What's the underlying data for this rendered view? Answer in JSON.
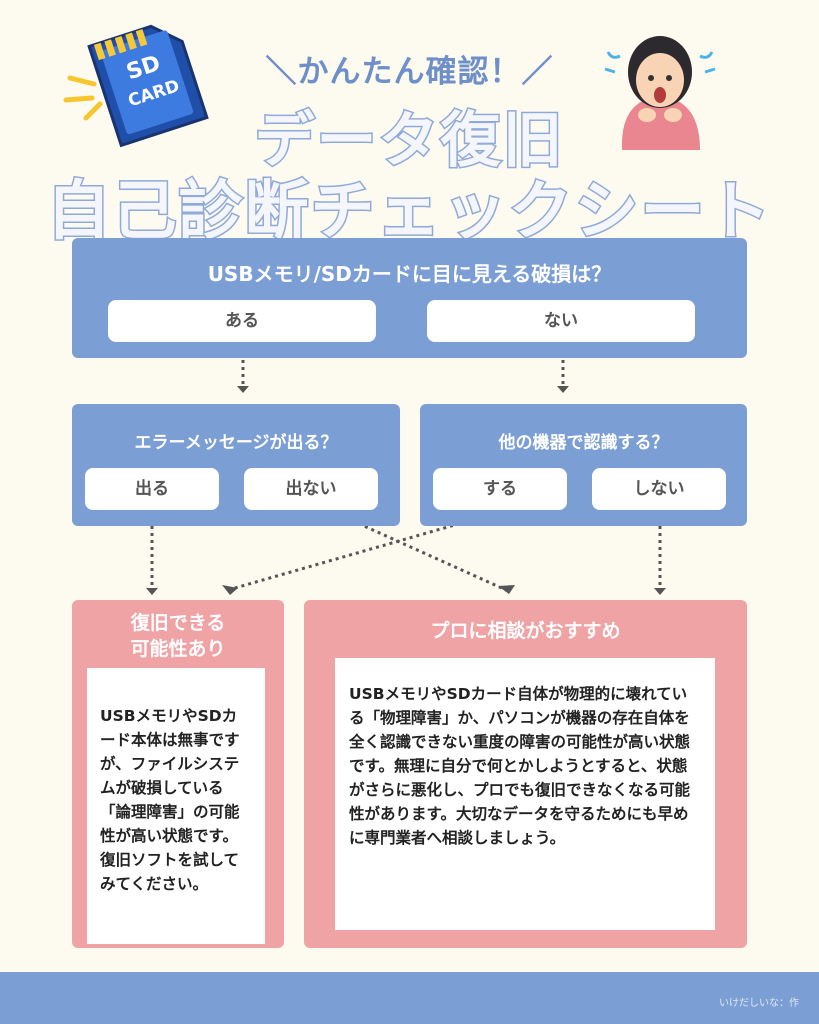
{
  "header": {
    "subtitle": "＼かんたん確認！／",
    "title_line1": "データ復旧",
    "title_line2": "自己診断チェックシート",
    "sd_card_text_1": "SD",
    "sd_card_text_2": "CARD"
  },
  "q1": {
    "question": "USBメモリ/SDカードに目に見える破損は？",
    "answer_yes": "ある",
    "answer_no": "ない"
  },
  "q2_left": {
    "question": "エラーメッセージが出る？",
    "answer_yes": "出る",
    "answer_no": "出ない"
  },
  "q2_right": {
    "question": "他の機器で認識する？",
    "answer_yes": "する",
    "answer_no": "しない"
  },
  "result_left": {
    "title_line1": "復旧できる",
    "title_line2": "可能性あり",
    "body": "USBメモリやSDカード本体は無事ですが、ファイルシステムが破損している「論理障害」の可能性が高い状態です。復旧ソフトを試してみてください。"
  },
  "result_right": {
    "title": "プロに相談がおすすめ",
    "body": "USBメモリやSDカード自体が物理的に壊れている「物理障害」か、パソコンが機器の存在自体を全く認識できない重度の障害の可能性が高い状態です。無理に自分で何とかしようとすると、状態がさらに悪化し、プロでも復旧できなくなる可能性があります。大切なデータを守るためにも早めに専門業者へ相談しましょう。"
  },
  "footer": {
    "credit": "いけだしいな：作"
  },
  "colors": {
    "blue": "#7b9ed4",
    "pink": "#efa3a5",
    "background": "#fdfaef",
    "arrow": "#555555"
  }
}
